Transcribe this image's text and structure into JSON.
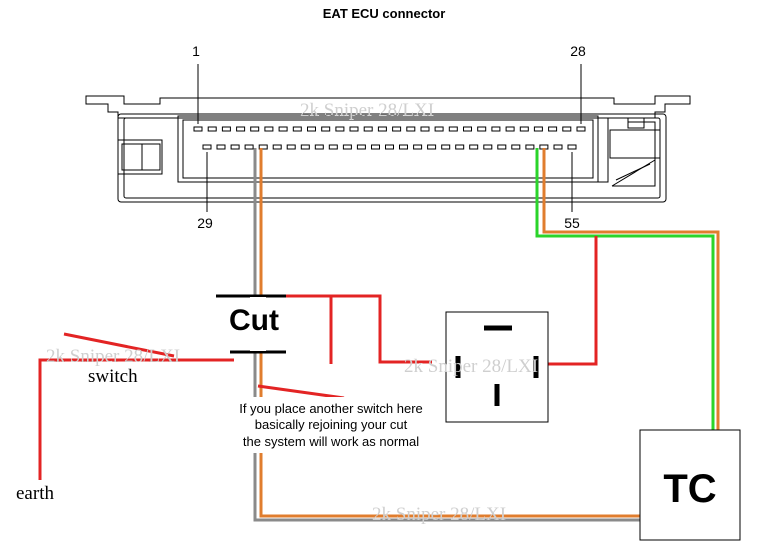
{
  "title": "EAT ECU connector",
  "pins": {
    "p1": "1",
    "p28": "28",
    "p29": "29",
    "p55": "55"
  },
  "cut_label": "Cut",
  "switch_label": "switch",
  "earth_label": "earth",
  "tc_label": "TC",
  "note": {
    "line1": "If you place another switch here",
    "line2": "basically rejoining your cut",
    "line3": "the system will work as normal"
  },
  "watermark": "2k Sniper 28/LXI",
  "colors": {
    "red_wire": "#e32424",
    "orange_wire": "#e07d2e",
    "grey_wire": "#8a8a8a",
    "green_wire": "#2ad42a"
  }
}
